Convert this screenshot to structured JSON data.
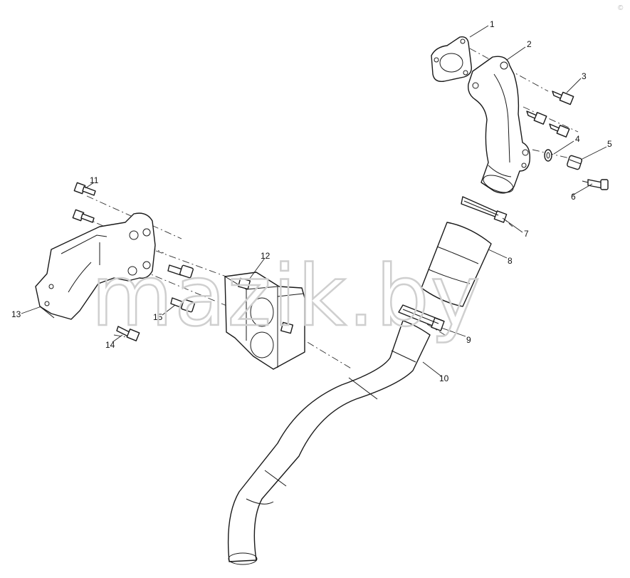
{
  "diagram": {
    "part_numbers": [
      "1",
      "2",
      "3",
      "4",
      "5",
      "6",
      "7",
      "8",
      "9",
      "10",
      "11",
      "12",
      "13",
      "14",
      "15"
    ],
    "watermark": "mazik.by",
    "copyright_mark": "©"
  },
  "colors": {
    "line": "#1a1a1a",
    "watermark": "#cfcfcf",
    "background": "#ffffff"
  }
}
